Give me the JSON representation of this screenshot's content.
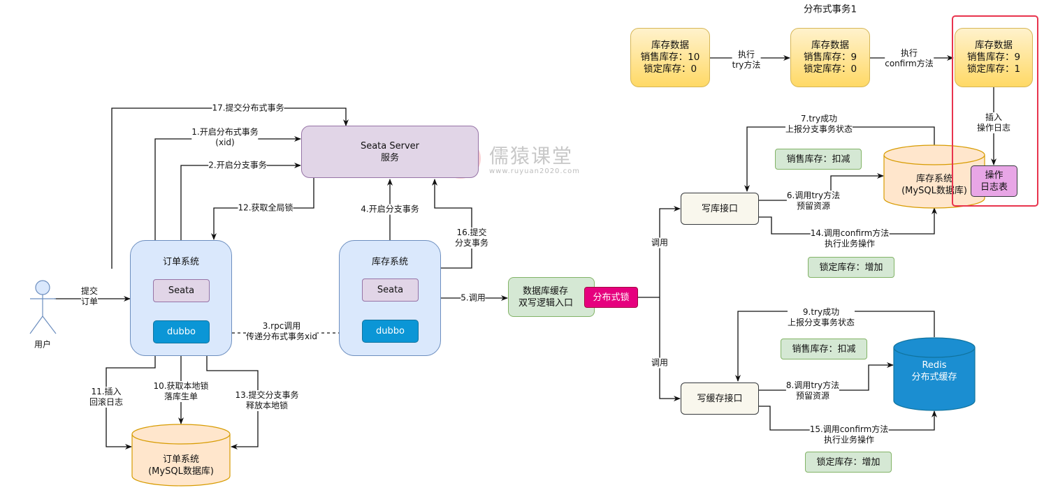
{
  "title": "分布式事务1",
  "watermark": {
    "brand": "儒猿课堂",
    "url": "www.ruyuan2020.com"
  },
  "actor": {
    "label": "用户"
  },
  "nodes": {
    "seata_server": [
      "Seata Server",
      "服务"
    ],
    "order_system": {
      "title": "订单系统",
      "seata": "Seata",
      "dubbo": "dubbo"
    },
    "stock_system": {
      "title": "库存系统",
      "seata": "Seata",
      "dubbo": "dubbo"
    },
    "order_db": [
      "订单系统",
      "(MySQL数据库)"
    ],
    "dual_write": [
      "数据库缓存",
      "双写逻辑入口"
    ],
    "dist_lock": "分布式锁",
    "write_db_api": "写库接口",
    "write_cache_api": "写缓存接口",
    "stock_db": [
      "库存系统",
      "(MySQL数据库)"
    ],
    "redis": [
      "Redis",
      "分布式缓存"
    ],
    "op_log_table": [
      "操作",
      "日志表"
    ]
  },
  "stock_states": [
    {
      "title": "库存数据",
      "sale": "销售库存：10",
      "locked": "锁定库存：0"
    },
    {
      "title": "库存数据",
      "sale": "销售库存：9",
      "locked": "锁定库存：0"
    },
    {
      "title": "库存数据",
      "sale": "销售库存：9",
      "locked": "锁定库存：1"
    }
  ],
  "state_transitions": [
    [
      "执行",
      "try方法"
    ],
    [
      "执行",
      "confirm方法"
    ]
  ],
  "insert_log": [
    "插入",
    "操作日志"
  ],
  "tags": {
    "db_sale": "销售库存：扣减",
    "db_locked": "锁定库存：增加",
    "cache_sale": "销售库存：扣减",
    "cache_locked": "锁定库存：增加"
  },
  "edges": {
    "e17": "17.提交分布式事务",
    "e1": [
      "1.开启分布式事务",
      "(xid)"
    ],
    "e2": "2.开启分支事务",
    "e12": "12.获取全局锁",
    "e4": "4.开启分支事务",
    "e16": [
      "16.提交",
      "分支事务"
    ],
    "submit": [
      "提交",
      "订单"
    ],
    "e3": [
      "3.rpc调用",
      "传递分布式事务xid"
    ],
    "e5": "5.调用",
    "e11": [
      "11.插入",
      "回滚日志"
    ],
    "e10": [
      "10.获取本地锁",
      "落库生单"
    ],
    "e13": [
      "13.提交分支事务",
      "释放本地锁"
    ],
    "call_db": "调用",
    "call_cache": "调用",
    "e7": [
      "7.try成功",
      "上报分支事务状态"
    ],
    "e6": [
      "6.调用try方法",
      "预留资源"
    ],
    "e14": [
      "14.调用confirm方法",
      "执行业务操作"
    ],
    "e9": [
      "9.try成功",
      "上报分支事务状态"
    ],
    "e8": [
      "8.调用try方法",
      "预留资源"
    ],
    "e15": [
      "15.调用confirm方法",
      "执行业务操作"
    ]
  }
}
